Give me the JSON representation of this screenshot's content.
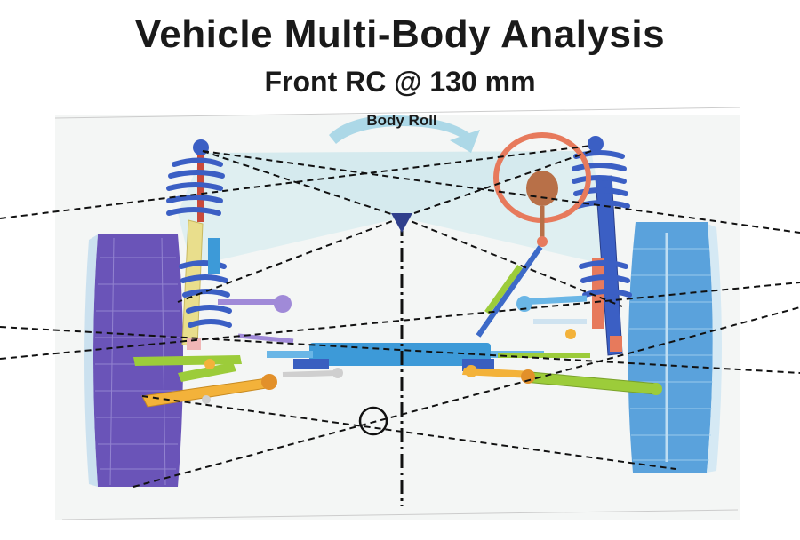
{
  "header": {
    "title": "Vehicle Multi-Body Analysis",
    "subtitle": "Front RC @ 130 mm"
  },
  "diagram": {
    "annotation_body_roll": "Body Roll",
    "colors": {
      "background_panel": "#f4f6f5",
      "roll_triangle": "#cfe8ec",
      "roll_arrow": "#9fd2e4",
      "left_tire": "#6a54b8",
      "right_tire": "#5aa2dc",
      "spring": "#3b5fc4",
      "strut_left": "#e9de8c",
      "steering_wheel": "#e77a5c",
      "lower_arm": "#f3b23a",
      "link_green": "#9ccc3a",
      "rack": "#3d9ad8"
    },
    "icons": [
      "roll-center-marker-icon",
      "body-roll-arrow-icon",
      "center-triangle-marker-icon"
    ]
  }
}
